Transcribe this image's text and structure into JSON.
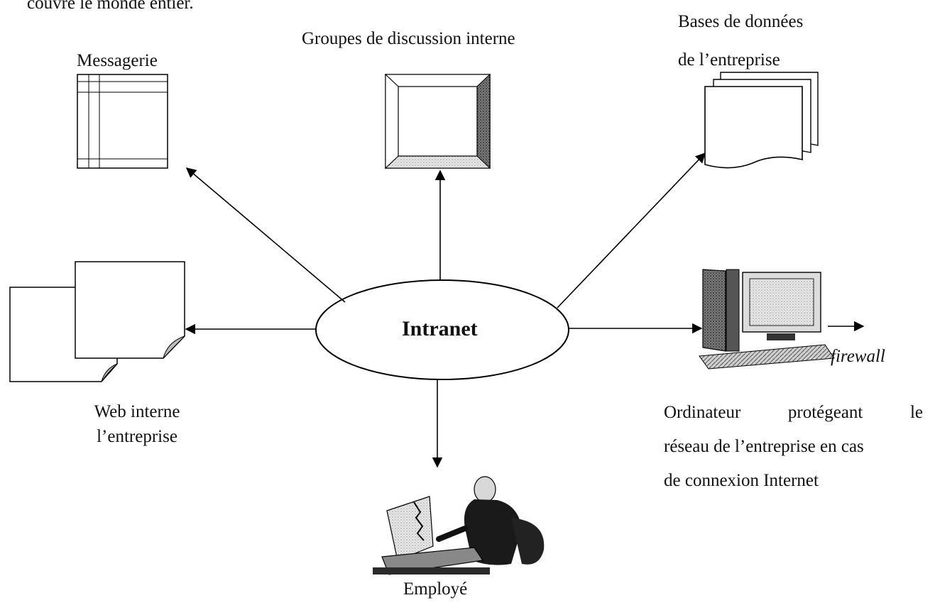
{
  "header_fragment": "couvre le monde entier.",
  "center": {
    "label": "Intranet"
  },
  "nodes": {
    "messagerie": "Messagerie",
    "groupes": "Groupes de discussion interne",
    "bases_line1": "Bases de données",
    "bases_line2": "de l’entreprise",
    "web_line1": "Web interne",
    "web_line2": "l’entreprise",
    "employe": "Employé",
    "firewall": "firewall",
    "ordinateur_lines": [
      "Ordinateur protégeant le",
      "réseau de l’entreprise en cas",
      "de connexion Internet"
    ]
  }
}
